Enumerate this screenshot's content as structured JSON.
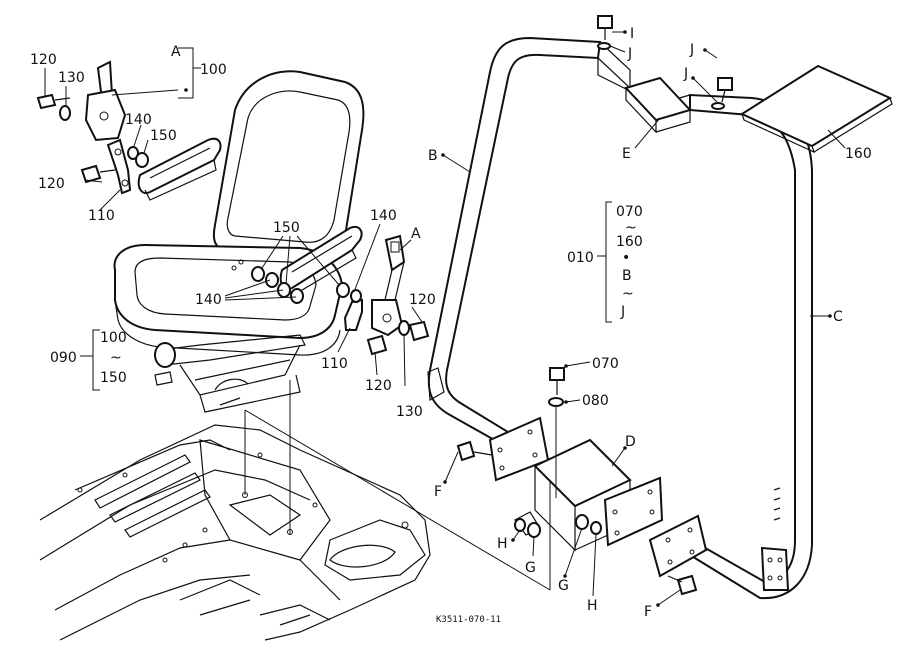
{
  "labels": {
    "ref_a_top": "A",
    "num_100": "100",
    "num_120_top": "120",
    "num_130_top": "130",
    "num_140_left": "140",
    "num_150_left": "150",
    "num_120_left": "120",
    "num_110_left": "110",
    "num_150_center": "150",
    "num_140_center": "140",
    "num_140_right": "140",
    "ref_a_right": "A",
    "num_120_right": "120",
    "num_110_bottom": "110",
    "num_120_bottom": "120",
    "num_130_bottom": "130",
    "range_090": "090",
    "range_100": "100",
    "range_tilde_1": "~",
    "range_150": "150",
    "letter_b": "B",
    "letter_i": "I",
    "letter_j_top": "J",
    "letter_j_right1": "J",
    "letter_j_right2": "J",
    "letter_e": "E",
    "num_160_mat": "160",
    "group_010": "010",
    "group_070": "070",
    "group_tilde_2": "~",
    "group_160": "160",
    "group_dot": "•",
    "group_b": "B",
    "group_tilde_3": "~",
    "group_j": "J",
    "letter_c": "C",
    "num_070": "070",
    "num_080": "080",
    "letter_d": "D",
    "letter_f_left": "F",
    "letter_h_left": "H",
    "letter_g_left": "G",
    "letter_g_right": "G",
    "letter_h_right": "H",
    "letter_f_bottom": "F",
    "figure_code": "K3511-070-11"
  },
  "colors": {
    "ink": "#111111",
    "paper": "#ffffff"
  }
}
